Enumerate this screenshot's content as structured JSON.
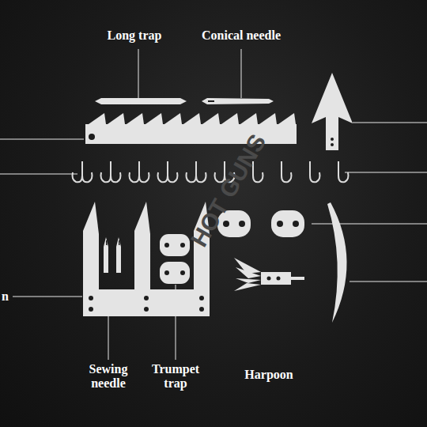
{
  "diagram": {
    "labels": [
      "Long trap",
      "Conical needle",
      "n",
      "Sewing needle",
      "Trumpet trap",
      "Harpoon",
      "HOT GUNS"
    ]
  }
}
